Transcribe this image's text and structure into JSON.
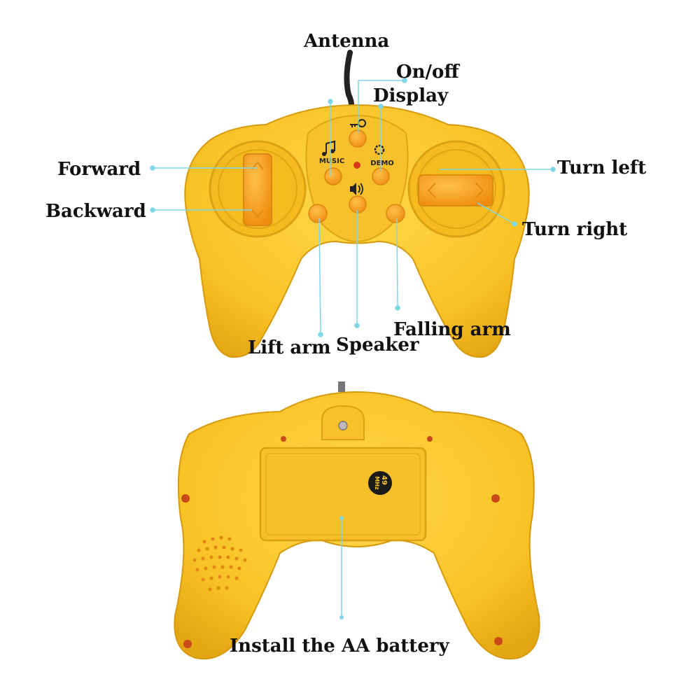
{
  "callouts": {
    "antenna": "Antenna",
    "on_off": "On/off",
    "display": "Display",
    "forward": "Forward",
    "backward": "Backward",
    "turn_left": "Turn left",
    "turn_right": "Turn right",
    "lift_arm": "Lift arm",
    "speaker": "Speaker",
    "falling_arm": "Falling arm",
    "battery": "Install the AA battery"
  },
  "controller_text": {
    "music": "MUSIC",
    "demo": "DEMO",
    "freq_number": "49",
    "freq_unit": "MHz"
  },
  "colors": {
    "body": "#f9c226",
    "body_shadow": "#e5a914",
    "button": "#f9a81f",
    "leader_line": "#7fd6e6"
  }
}
